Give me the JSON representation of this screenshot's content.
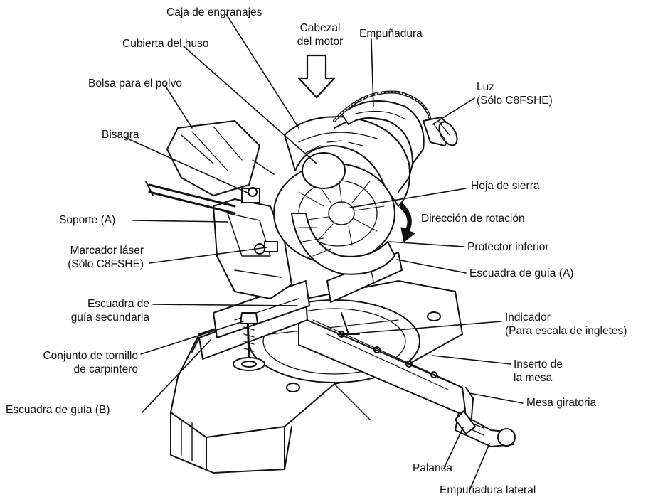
{
  "labels": {
    "caja_engranajes": "Caja de engranajes",
    "cabezal_l1": "Cabezal",
    "cabezal_l2": "del motor",
    "empunadura": "Empuñadura",
    "cubierta_huso": "Cubierta del huso",
    "luz_l1": "Luz",
    "luz_l2": "(Sólo C8FSHE)",
    "bolsa_polvo": "Bolsa para el polvo",
    "bisagra": "Bisagra",
    "hoja_sierra": "Hoja de sierra",
    "soporte_a": "Soporte (A)",
    "direccion_rotacion": "Dirección de rotación",
    "marcador_l1": "Marcador láser",
    "marcador_l2": "(Sólo C8FSHE)",
    "protector_inferior": "Protector inferior",
    "escuadra_guia_a": "Escuadra de guía (A)",
    "escuadra_sec_l1": "Escuadra de",
    "escuadra_sec_l2": "guía secundaria",
    "indicador_l1": "Indicador",
    "indicador_l2": "(Para escala de ingletes)",
    "tornillo_l1": "Conjunto de tornillo",
    "tornillo_l2": "de carpintero",
    "inserto_l1": "Inserto de",
    "inserto_l2": "la mesa",
    "escuadra_guia_b": "Escuadra de guía (B)",
    "mesa_giratoria": "Mesa giratoria",
    "palanca": "Palanca",
    "empunadura_lateral": "Empuñadura lateral"
  }
}
